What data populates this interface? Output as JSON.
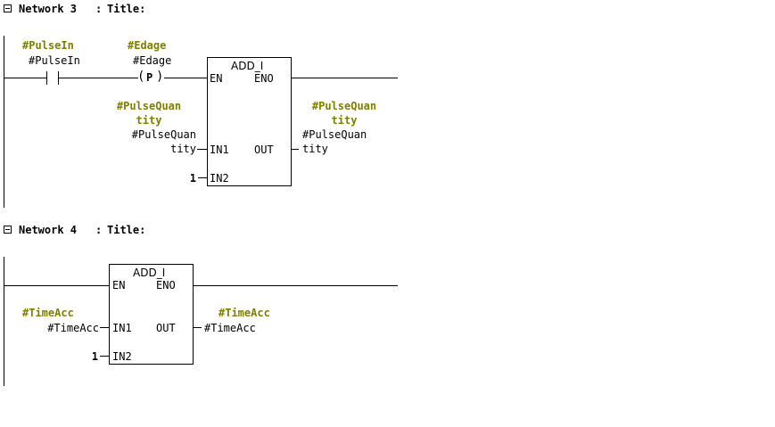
{
  "network3": {
    "label": "Network 3",
    "sep": ":",
    "title": "Title:",
    "pulse_in_comment": "#PulseIn",
    "pulse_in": "#PulseIn",
    "edge_comment": "#Edage",
    "edge": "#Edage",
    "coil": "P",
    "block": {
      "name": "ADD_I",
      "en": "EN",
      "eno": "ENO",
      "in1": "IN1",
      "in2": "IN2",
      "out": "OUT"
    },
    "in1_comment": [
      "#PulseQuan",
      "tity"
    ],
    "in1_operand": [
      "#PulseQuan",
      "tity"
    ],
    "in2_operand": "1",
    "out_comment": [
      "#PulseQuan",
      "tity"
    ],
    "out_operand": [
      "#PulseQuan",
      "tity"
    ]
  },
  "network4": {
    "label": "Network 4",
    "sep": ":",
    "title": "Title:",
    "block": {
      "name": "ADD_I",
      "en": "EN",
      "eno": "ENO",
      "in1": "IN1",
      "in2": "IN2",
      "out": "OUT"
    },
    "in1_comment": "#TimeAcc",
    "in1_operand": "#TimeAcc",
    "in2_operand": "1",
    "out_comment": "#TimeAcc",
    "out_operand": "#TimeAcc"
  }
}
